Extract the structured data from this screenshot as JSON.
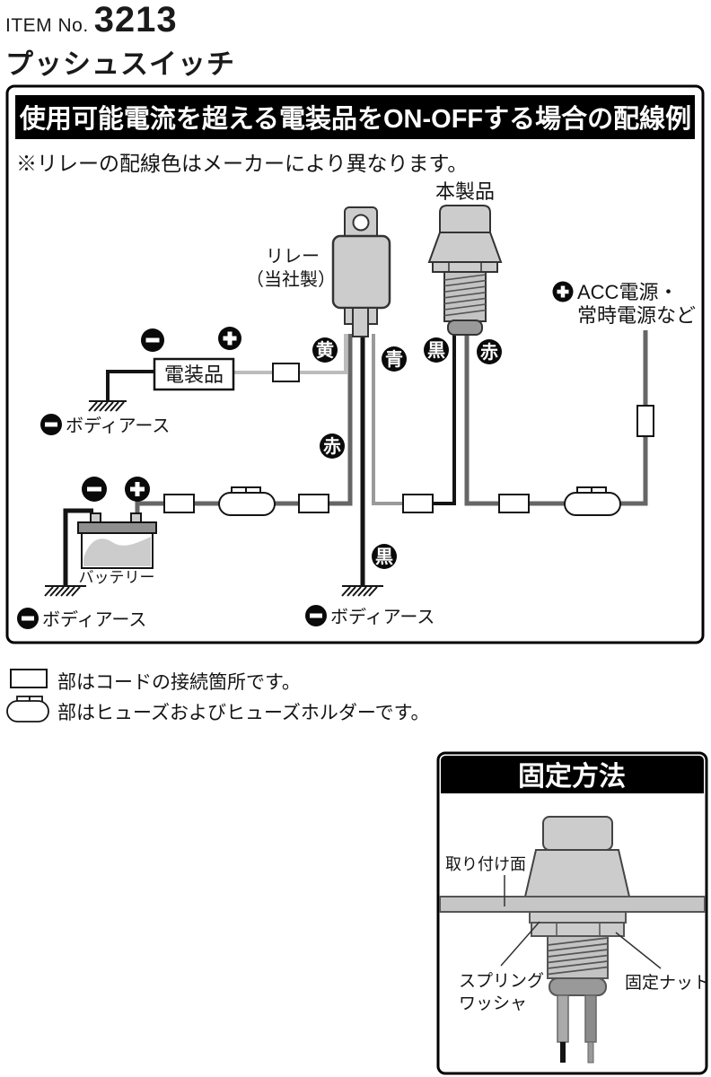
{
  "header": {
    "item_label": "ITEM No.",
    "item_number": "3213",
    "product_name": "プッシュスイッチ"
  },
  "wiring": {
    "title": "使用可能電流を超える電装品をON-OFFする場合の配線例",
    "note": "※リレーの配線色はメーカーにより異なります。",
    "relay_name": "リレー",
    "relay_maker": "（当社製）",
    "product_label": "本製品",
    "acc_line1": "ACC電源・",
    "acc_line2": "常時電源など",
    "equipment_label": "電装品",
    "battery_label": "バッテリー",
    "body_earth_label": "ボディアース",
    "wire_yellow": "黄",
    "wire_blue": "青",
    "wire_black": "黒",
    "wire_red": "赤"
  },
  "legend": {
    "connector_text": "部はコードの接続箇所です。",
    "fuse_text": "部はヒューズおよびヒューズホルダーです。"
  },
  "mounting": {
    "title": "固定方法",
    "surface_label": "取り付け面",
    "washer_label_line1": "スプリング",
    "washer_label_line2": "ワッシャ",
    "nut_label": "固定ナット"
  },
  "colors": {
    "header_bar_bg": "#000000",
    "wire_black": "#141414",
    "wire_red": "#666666",
    "wire_blue": "#9a9a9a",
    "wire_yellow": "#bcbcbc",
    "component_fill": "#cccccc"
  }
}
